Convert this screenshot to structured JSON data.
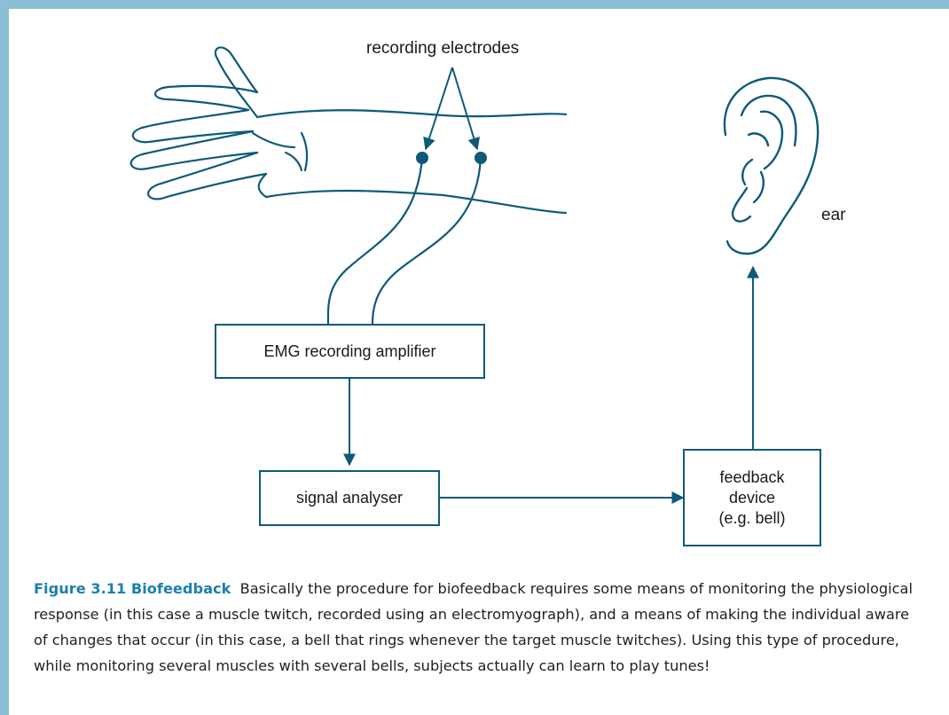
{
  "labels": {
    "electrodes": "recording electrodes",
    "ear": "ear"
  },
  "boxes": {
    "amplifier": "EMG recording amplifier",
    "analyser": "signal analyser",
    "feedback_line1": "feedback",
    "feedback_line2": "device",
    "feedback_line3": "(e.g. bell)"
  },
  "caption": {
    "title": "Figure 3.11 Biofeedback",
    "text": "Basically the procedure for biofeedback requires some means of monitoring the physiological response (in this case a muscle twitch, recorded using an electromyograph), and a means of making the individual aware of changes that occur (in this case, a bell that rings whenever the target muscle twitches). Using this type of procedure, while monitoring several muscles with several bells, subjects actually can learn to play tunes!"
  },
  "colors": {
    "line": "#0e5a78",
    "frame": "#8dbfd4",
    "caption_title": "#1b7fb0"
  }
}
